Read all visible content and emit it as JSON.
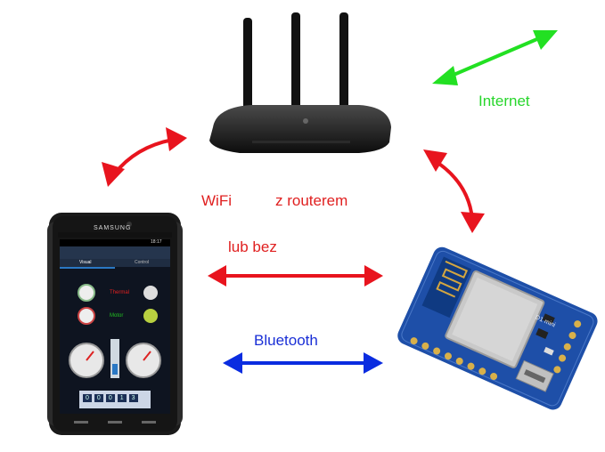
{
  "labels": {
    "internet": "Internet",
    "wifi": "WiFi",
    "z_routerem": "z routerem",
    "lub_bez": "lub bez",
    "bluetooth": "Bluetooth"
  },
  "phone": {
    "brand": "SAMSUNG",
    "status_time": "18:17",
    "tabs": [
      "Visual",
      "Control"
    ],
    "rows": [
      {
        "label": "Thermal",
        "label_color": "#e02020"
      },
      {
        "label": "Motor",
        "label_color": "#22c022"
      }
    ],
    "clock_digits": [
      "0",
      "0",
      "0",
      "1",
      "3"
    ]
  },
  "module": {
    "silk_text": "D1 mini"
  },
  "colors": {
    "wifi_arrow": "#e8141e",
    "internet_arrow": "#22e022",
    "bluetooth_arrow": "#0a2ce0",
    "router_body": "#141414",
    "board": "#1e4fa8",
    "chip_shield": "#c9c9c9"
  }
}
